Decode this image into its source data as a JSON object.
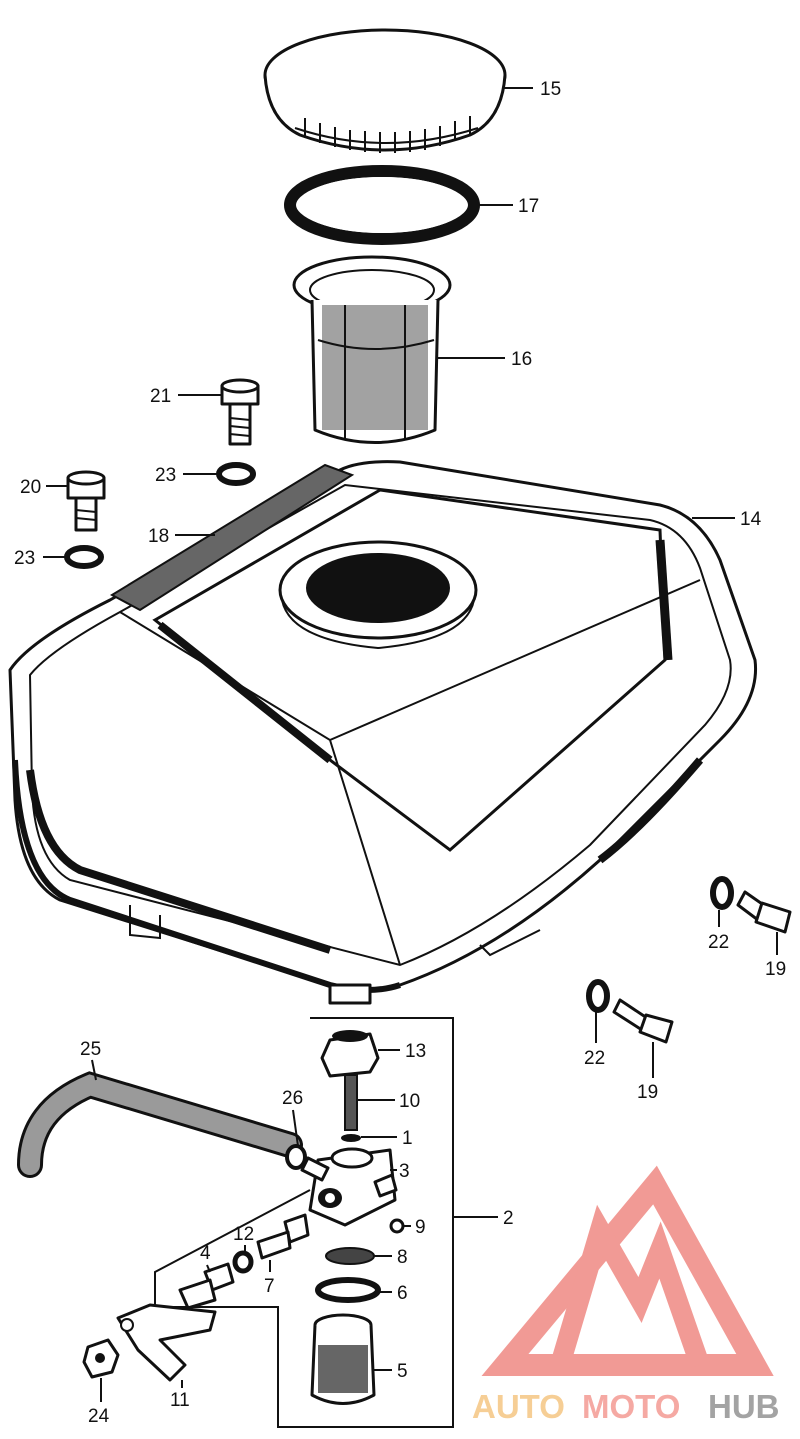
{
  "labels": {
    "p1": "1",
    "p2": "2",
    "p3": "3",
    "p4": "4",
    "p5": "5",
    "p6": "6",
    "p7": "7",
    "p8": "8",
    "p9": "9",
    "p10": "10",
    "p11": "11",
    "p12": "12",
    "p13": "13",
    "p14": "14",
    "p15": "15",
    "p16": "16",
    "p17": "17",
    "p18": "18",
    "p19a": "19",
    "p19b": "19",
    "p20": "20",
    "p21": "21",
    "p22a": "22",
    "p22b": "22",
    "p23a": "23",
    "p23b": "23",
    "p24": "24",
    "p25": "25",
    "p26": "26"
  },
  "watermark": {
    "auto": "AUTO",
    "moto": "MOTO",
    "hub": "HUB",
    "colors": {
      "logo": "#f0908a",
      "auto": "#f6c98a",
      "moto": "#f4a09a",
      "hub": "#9a9a9a"
    }
  }
}
